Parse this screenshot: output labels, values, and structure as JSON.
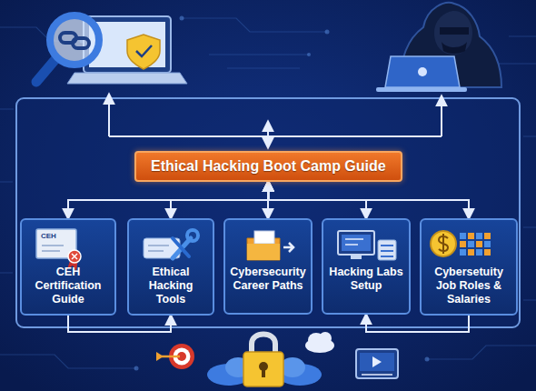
{
  "diagram": {
    "nodes": [
      {
        "text": [
          "Ethical Hacking Boot Camp Guide"
        ]
      },
      {
        "text": [
          "CEH Certification Guide"
        ]
      },
      {
        "text": [
          "Ethical Hacking Tools"
        ]
      },
      {
        "text": [
          "Cybersecurity Career Paths"
        ]
      },
      {
        "text": [
          "Hacking Labs Setup"
        ]
      },
      {
        "text": [
          "Cybersetuity Job Roles & Salaries"
        ]
      }
    ],
    "edges": [
      {
        "from": 0,
        "to": 1,
        "arrow": "both"
      },
      {
        "from": 0,
        "to": 2,
        "arrow": "both"
      },
      {
        "from": 0,
        "to": 3,
        "arrow": "both"
      },
      {
        "from": 0,
        "to": 4,
        "arrow": "both"
      },
      {
        "from": 0,
        "to": 5,
        "arrow": "both"
      },
      {
        "from": 1,
        "to": 2,
        "arrow": "to"
      },
      {
        "from": 5,
        "to": 4,
        "arrow": "to"
      }
    ],
    "labels": [
      "CEH"
    ]
  }
}
